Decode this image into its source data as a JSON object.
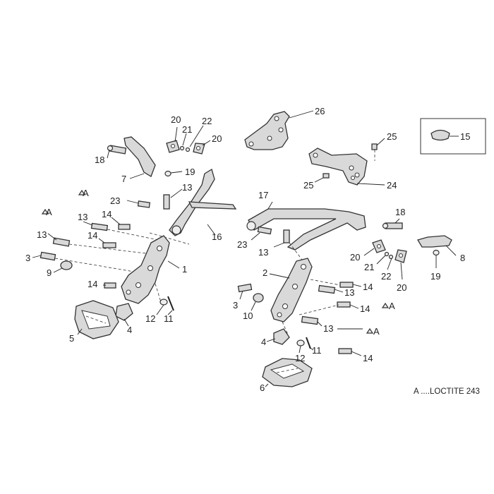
{
  "diagram": {
    "note": "A ....LOCTITE 243",
    "callouts": [
      {
        "id": "c26",
        "text": "26"
      },
      {
        "id": "c15",
        "text": "15"
      },
      {
        "id": "c25a",
        "text": "25"
      },
      {
        "id": "c25b",
        "text": "25"
      },
      {
        "id": "c24",
        "text": "24"
      },
      {
        "id": "c20a",
        "text": "20"
      },
      {
        "id": "c21a",
        "text": "21"
      },
      {
        "id": "c22a",
        "text": "22"
      },
      {
        "id": "c20b",
        "text": "20"
      },
      {
        "id": "c18a",
        "text": "18"
      },
      {
        "id": "c7",
        "text": "7"
      },
      {
        "id": "c19a",
        "text": "19"
      },
      {
        "id": "c13a",
        "text": "13"
      },
      {
        "id": "cA1",
        "text": "A"
      },
      {
        "id": "c23a",
        "text": "23"
      },
      {
        "id": "cA2",
        "text": "A"
      },
      {
        "id": "c13b",
        "text": "13"
      },
      {
        "id": "c14a",
        "text": "14"
      },
      {
        "id": "c14b",
        "text": "14"
      },
      {
        "id": "c16",
        "text": "16"
      },
      {
        "id": "c13c",
        "text": "13"
      },
      {
        "id": "c3a",
        "text": "3"
      },
      {
        "id": "c9",
        "text": "9"
      },
      {
        "id": "c1",
        "text": "1"
      },
      {
        "id": "c14c",
        "text": "14"
      },
      {
        "id": "c12a",
        "text": "12"
      },
      {
        "id": "c11a",
        "text": "11"
      },
      {
        "id": "c4a",
        "text": "4"
      },
      {
        "id": "c5",
        "text": "5"
      },
      {
        "id": "c17",
        "text": "17"
      },
      {
        "id": "c23b",
        "text": "23"
      },
      {
        "id": "c13d",
        "text": "13"
      },
      {
        "id": "c18b",
        "text": "18"
      },
      {
        "id": "c20c",
        "text": "20"
      },
      {
        "id": "c21b",
        "text": "21"
      },
      {
        "id": "c22b",
        "text": "22"
      },
      {
        "id": "c20d",
        "text": "20"
      },
      {
        "id": "c8",
        "text": "8"
      },
      {
        "id": "c19b",
        "text": "19"
      },
      {
        "id": "c2",
        "text": "2"
      },
      {
        "id": "c14d",
        "text": "14"
      },
      {
        "id": "c13e",
        "text": "13"
      },
      {
        "id": "c14e",
        "text": "14"
      },
      {
        "id": "cA3",
        "text": "A"
      },
      {
        "id": "c3b",
        "text": "3"
      },
      {
        "id": "c10",
        "text": "10"
      },
      {
        "id": "c13f",
        "text": "13"
      },
      {
        "id": "cA4",
        "text": "A"
      },
      {
        "id": "c4b",
        "text": "4"
      },
      {
        "id": "c11b",
        "text": "11"
      },
      {
        "id": "c12b",
        "text": "12"
      },
      {
        "id": "c14f",
        "text": "14"
      },
      {
        "id": "c6",
        "text": "6"
      }
    ]
  }
}
